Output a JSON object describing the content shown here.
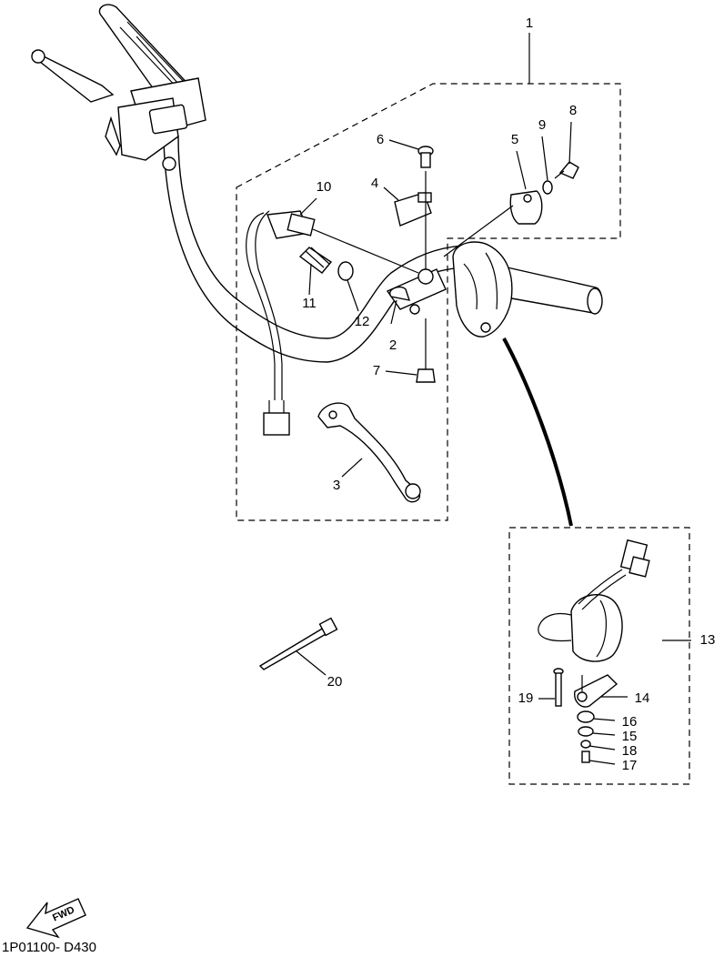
{
  "diagram_code": "1P01100- D430",
  "fwd_label": "FWD",
  "callouts": [
    {
      "id": "1",
      "text": "1"
    },
    {
      "id": "2",
      "text": "2"
    },
    {
      "id": "3",
      "text": "3"
    },
    {
      "id": "4",
      "text": "4"
    },
    {
      "id": "5",
      "text": "5"
    },
    {
      "id": "6",
      "text": "6"
    },
    {
      "id": "7",
      "text": "7"
    },
    {
      "id": "8",
      "text": "8"
    },
    {
      "id": "9",
      "text": "9"
    },
    {
      "id": "10",
      "text": "10"
    },
    {
      "id": "11",
      "text": "11"
    },
    {
      "id": "12",
      "text": "12"
    },
    {
      "id": "13",
      "text": "13"
    },
    {
      "id": "14",
      "text": "14"
    },
    {
      "id": "15",
      "text": "15"
    },
    {
      "id": "16",
      "text": "16"
    },
    {
      "id": "17",
      "text": "17"
    },
    {
      "id": "18",
      "text": "18"
    },
    {
      "id": "19",
      "text": "19"
    },
    {
      "id": "20",
      "text": "20"
    }
  ]
}
